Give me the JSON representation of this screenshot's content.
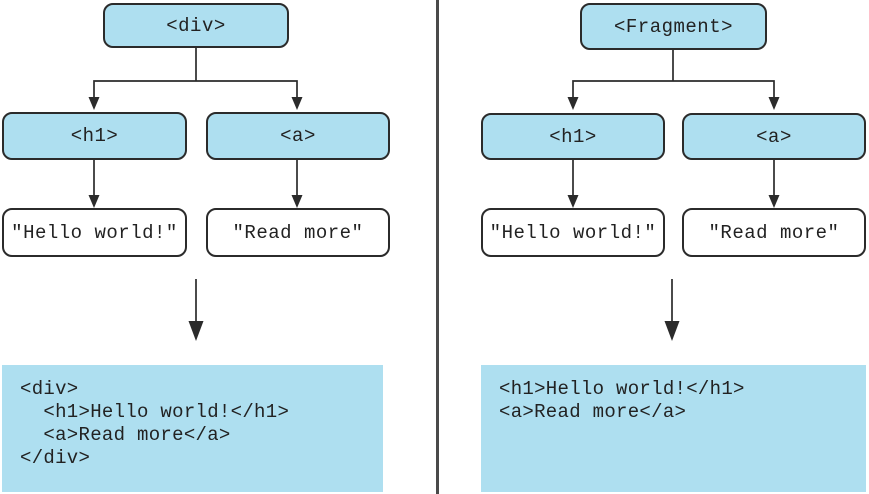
{
  "diagram": {
    "description": "Comparison of two React element trees: one wrapped in a div, one in a Fragment, each with the HTML output they render",
    "colors": {
      "node_fill": "#aedff0",
      "node_border": "#2b2b2b",
      "text_box_fill": "#ffffff",
      "code_block_bg": "#aedff0",
      "connector_line": "#2b2b2b",
      "divider": "#4a4a4a"
    },
    "panels": [
      {
        "name": "div-wrapper-tree",
        "root_label": "<div>",
        "children": [
          {
            "element_label": "<h1>",
            "text_label": "\"Hello world!\""
          },
          {
            "element_label": "<a>",
            "text_label": "\"Read more\""
          }
        ],
        "code_lines": [
          "<div>",
          "  <h1>Hello world!</h1>",
          "  <a>Read more</a>",
          "</div>"
        ]
      },
      {
        "name": "fragment-tree",
        "root_label": "<Fragment>",
        "children": [
          {
            "element_label": "<h1>",
            "text_label": "\"Hello world!\""
          },
          {
            "element_label": "<a>",
            "text_label": "\"Read more\""
          }
        ],
        "code_lines": [
          "<h1>Hello world!</h1>",
          "<a>Read more</a>"
        ]
      }
    ]
  }
}
